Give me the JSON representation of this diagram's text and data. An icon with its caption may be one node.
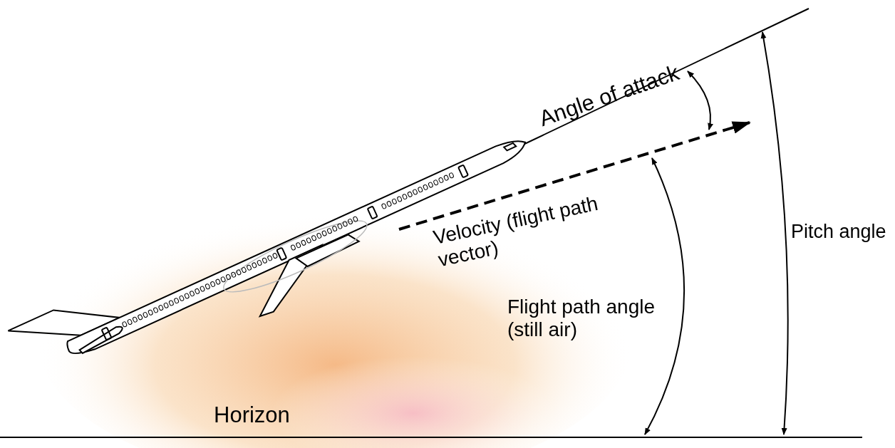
{
  "diagram": {
    "labels": [
      "Angle of attack",
      "Velocity (flight path vector)",
      "Pitch angle",
      "Flight path angle (still air)",
      "Horizon"
    ]
  }
}
